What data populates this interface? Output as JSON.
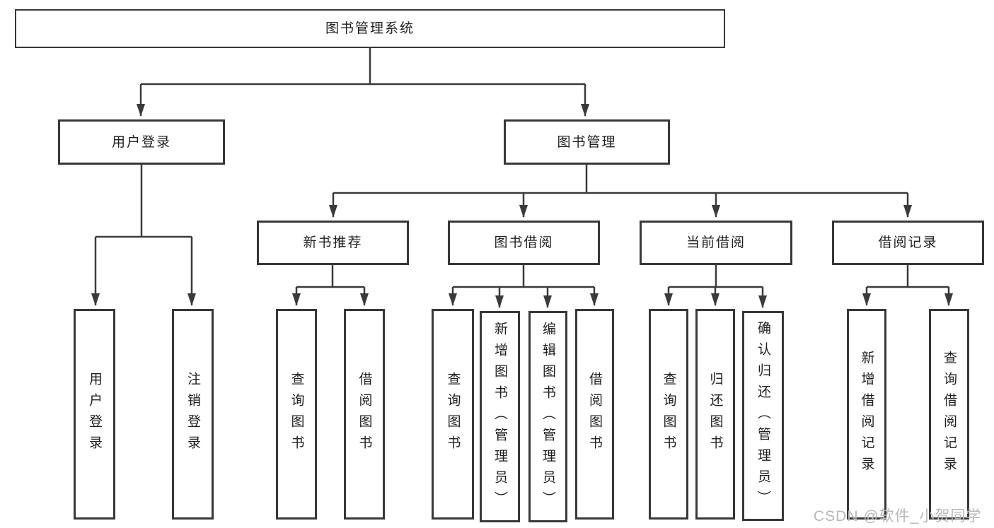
{
  "diagram_title": "图书管理系统",
  "tree": {
    "label": "图书管理系统",
    "children": [
      {
        "label": "用户登录",
        "children": [
          {
            "label": "用户登录"
          },
          {
            "label": "注销登录"
          }
        ]
      },
      {
        "label": "图书管理",
        "children": [
          {
            "label": "新书推荐",
            "children": [
              {
                "label": "查询图书"
              },
              {
                "label": "借阅图书"
              }
            ]
          },
          {
            "label": "图书借阅",
            "children": [
              {
                "label": "查询图书"
              },
              {
                "label": "新增图书（管理员）"
              },
              {
                "label": "编辑图书（管理员）"
              },
              {
                "label": "借阅图书"
              }
            ]
          },
          {
            "label": "当前借阅",
            "children": [
              {
                "label": "查询图书"
              },
              {
                "label": "归还图书"
              },
              {
                "label": "确认归还（管理员）"
              }
            ]
          },
          {
            "label": "借阅记录",
            "children": [
              {
                "label": "新增借阅记录"
              },
              {
                "label": "查询借阅记录"
              }
            ]
          }
        ]
      }
    ]
  },
  "watermark": "CSDN @软件_小贺同学",
  "colors": {
    "line": "#3a3a3a",
    "border": "#383838",
    "text": "#1f1f1f",
    "watermark": "#b8b8b8",
    "background": "#ffffff"
  }
}
